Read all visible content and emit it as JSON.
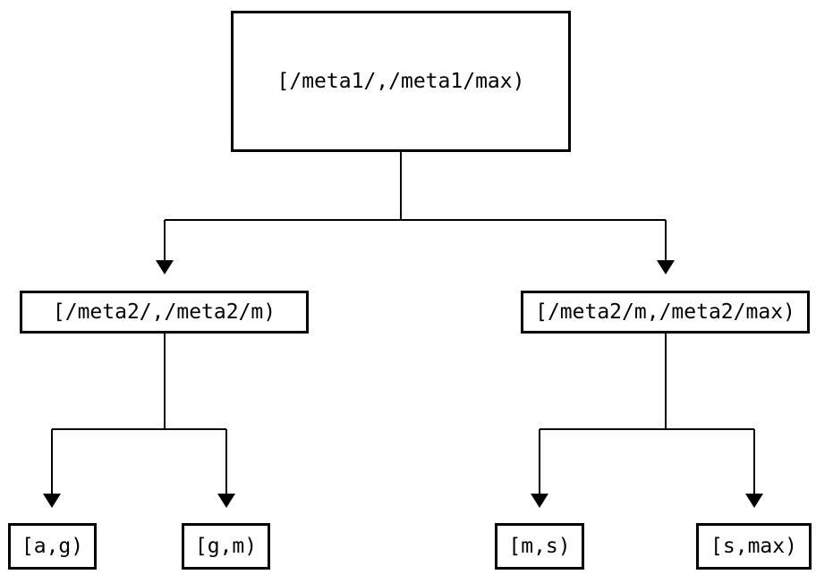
{
  "tree": {
    "root": {
      "label": "[/meta1/,/meta1/max)"
    },
    "children": [
      {
        "label": "[/meta2/,/meta2/m)"
      },
      {
        "label": "[/meta2/m,/meta2/max)"
      }
    ],
    "leaves": [
      {
        "label": "[a,g)"
      },
      {
        "label": "[g,m)"
      },
      {
        "label": "[m,s)"
      },
      {
        "label": "[s,max)"
      }
    ]
  },
  "colors": {
    "background": "#ffffff",
    "box_border": "#000000",
    "line": "#000000",
    "text": "#000000"
  }
}
